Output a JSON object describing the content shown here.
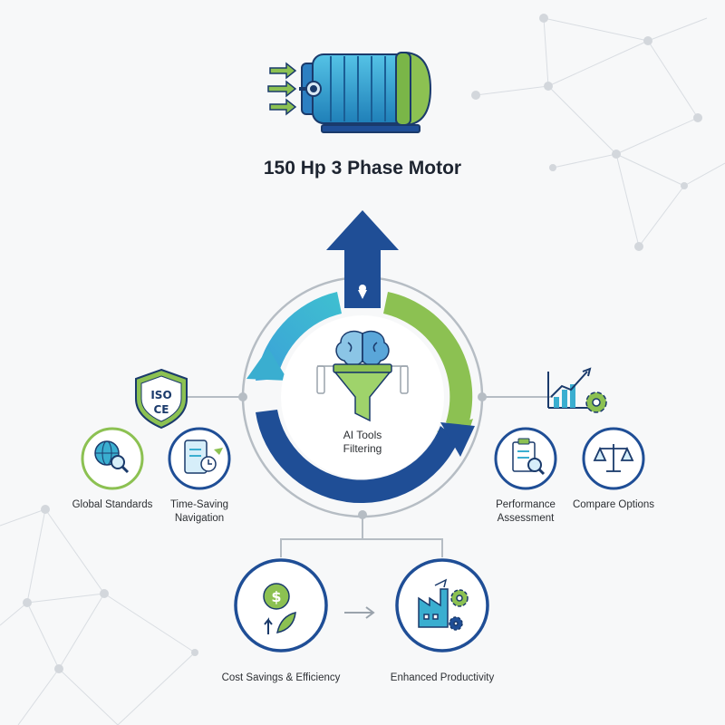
{
  "title": "150 Hp 3 Phase Motor",
  "center": {
    "line1": "AI Tools",
    "line2": "Filtering"
  },
  "features": {
    "global_standards": "Global Standards",
    "time_saving": {
      "line1": "Time-Saving",
      "line2": "Navigation"
    },
    "performance": {
      "line1": "Performance",
      "line2": "Assessment"
    },
    "compare_options": "Compare Options",
    "cost_savings": "Cost Savings & Efficiency",
    "productivity": "Enhanced Productivity"
  },
  "badge": {
    "line1": "ISO",
    "line2": "CE"
  },
  "icons": {
    "motor": "electric-motor-icon",
    "arrow": "up-arrow-icon",
    "brain": "brain-icon",
    "funnel": "funnel-icon",
    "shield": "certification-shield-icon",
    "chart": "growth-chart-gear-icon",
    "globe": "globe-search-icon",
    "tablet": "tablet-clock-icon",
    "clipboard": "clipboard-search-icon",
    "scales": "balance-scale-icon",
    "money": "dollar-leaf-icon",
    "factory": "factory-gear-icon"
  },
  "colors": {
    "navy": "#1f4e96",
    "teal": "#3aaed0",
    "green": "#8cc152",
    "dark": "#1d2430"
  }
}
